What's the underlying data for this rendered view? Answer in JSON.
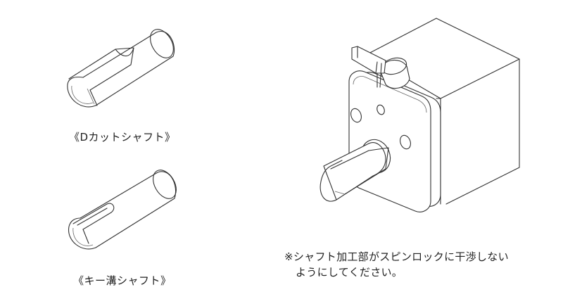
{
  "labels": {
    "d_cut_shaft": "《Dカットシャフト》",
    "keyway_shaft": "《キー溝シャフト》"
  },
  "note": {
    "line1": "※シャフト加工部がスピンロックに干渉しない",
    "line2": "ようにしてください。"
  }
}
